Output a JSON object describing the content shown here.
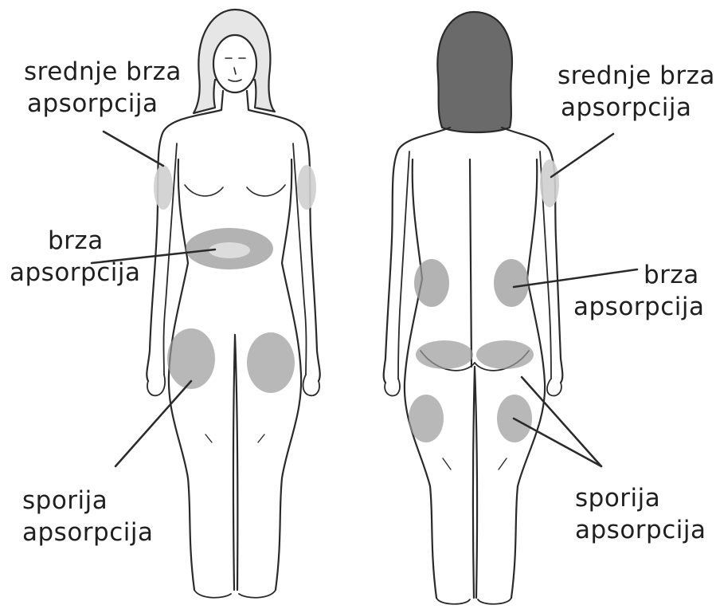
{
  "labels": {
    "front_medium": [
      "srednje brza",
      "apsorpcija"
    ],
    "front_fast": [
      "brza",
      "apsorpcija"
    ],
    "front_slow": [
      "sporija",
      "apsorpcija"
    ],
    "back_medium": [
      "srednje brza",
      "apsorpcija"
    ],
    "back_fast": [
      "brza",
      "apsorpcija"
    ],
    "back_slow": [
      "sporija",
      "apsorpcija"
    ]
  },
  "colors": {
    "outline": "#2a2a2a",
    "zone": "#9a9a9a",
    "zone_light": "#cfcfcf",
    "hair": "#5a5a5a"
  }
}
